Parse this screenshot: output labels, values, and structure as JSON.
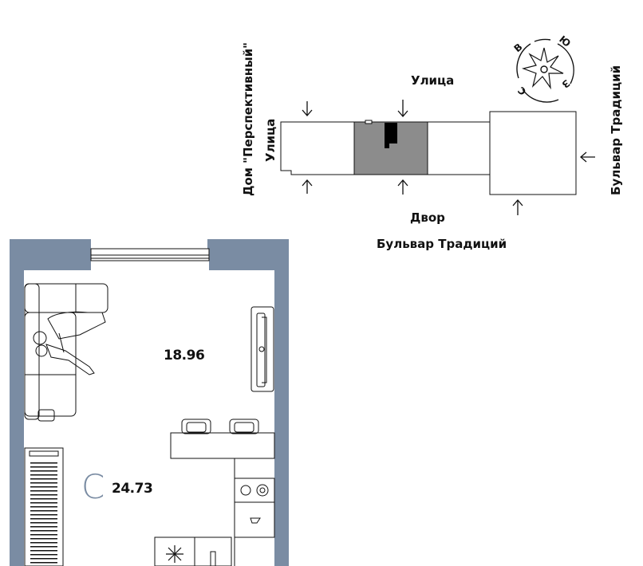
{
  "site": {
    "top_street": "Улица",
    "yard": "Двор",
    "bottom_boulevard": "Бульвар Традиций",
    "left_house": "Дом \"Перспективный\"",
    "left_street": "Улица",
    "right_boulevard": "Бульвар Традиций"
  },
  "compass": {
    "letters": [
      "В",
      "Ю",
      "З",
      "С"
    ]
  },
  "plan": {
    "living_area": "18.96",
    "total_area": "24.73",
    "type_letter": "С",
    "colors": {
      "wall": "#7a8ca3",
      "selected_section": "#8c8c8c",
      "line": "#111111"
    }
  }
}
